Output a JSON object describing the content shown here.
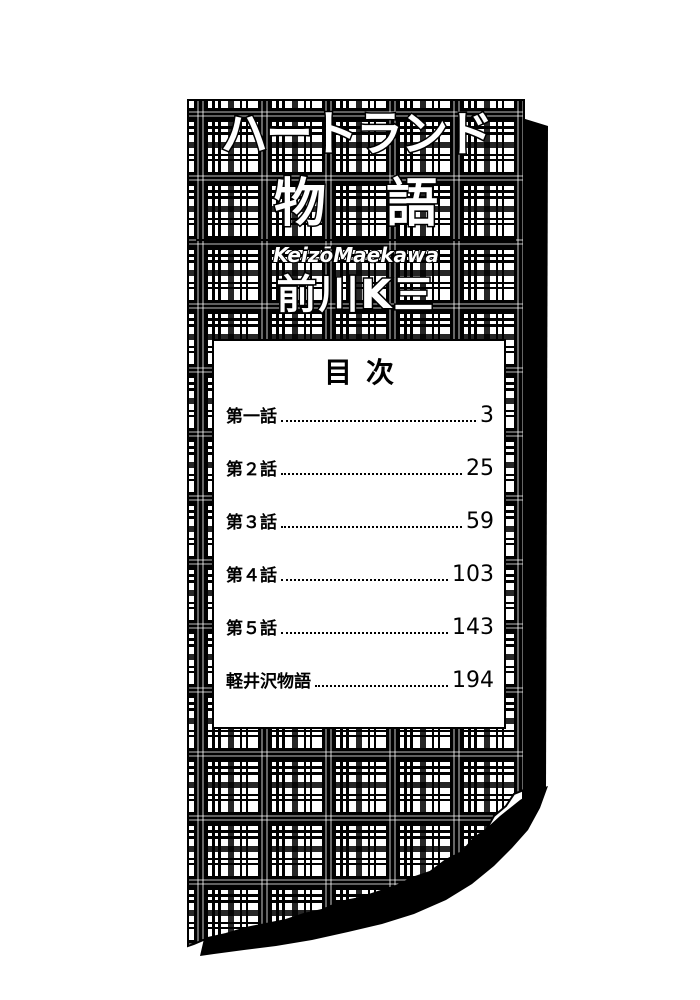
{
  "series_title": {
    "line1": "ハートランド",
    "line2": "物語"
  },
  "author": {
    "romaji": "KeizōMaekawa",
    "kanji": "前川K三"
  },
  "toc": {
    "heading": "目次",
    "entries": [
      {
        "label": "第一話",
        "page": "3"
      },
      {
        "label": "第２話",
        "page": "25"
      },
      {
        "label": "第３話",
        "page": "59"
      },
      {
        "label": "第４話",
        "page": "103"
      },
      {
        "label": "第５話",
        "page": "143"
      },
      {
        "label": "軽井沢物語",
        "page": "194"
      }
    ]
  },
  "colors": {
    "ink": "#000000",
    "paper": "#ffffff"
  }
}
